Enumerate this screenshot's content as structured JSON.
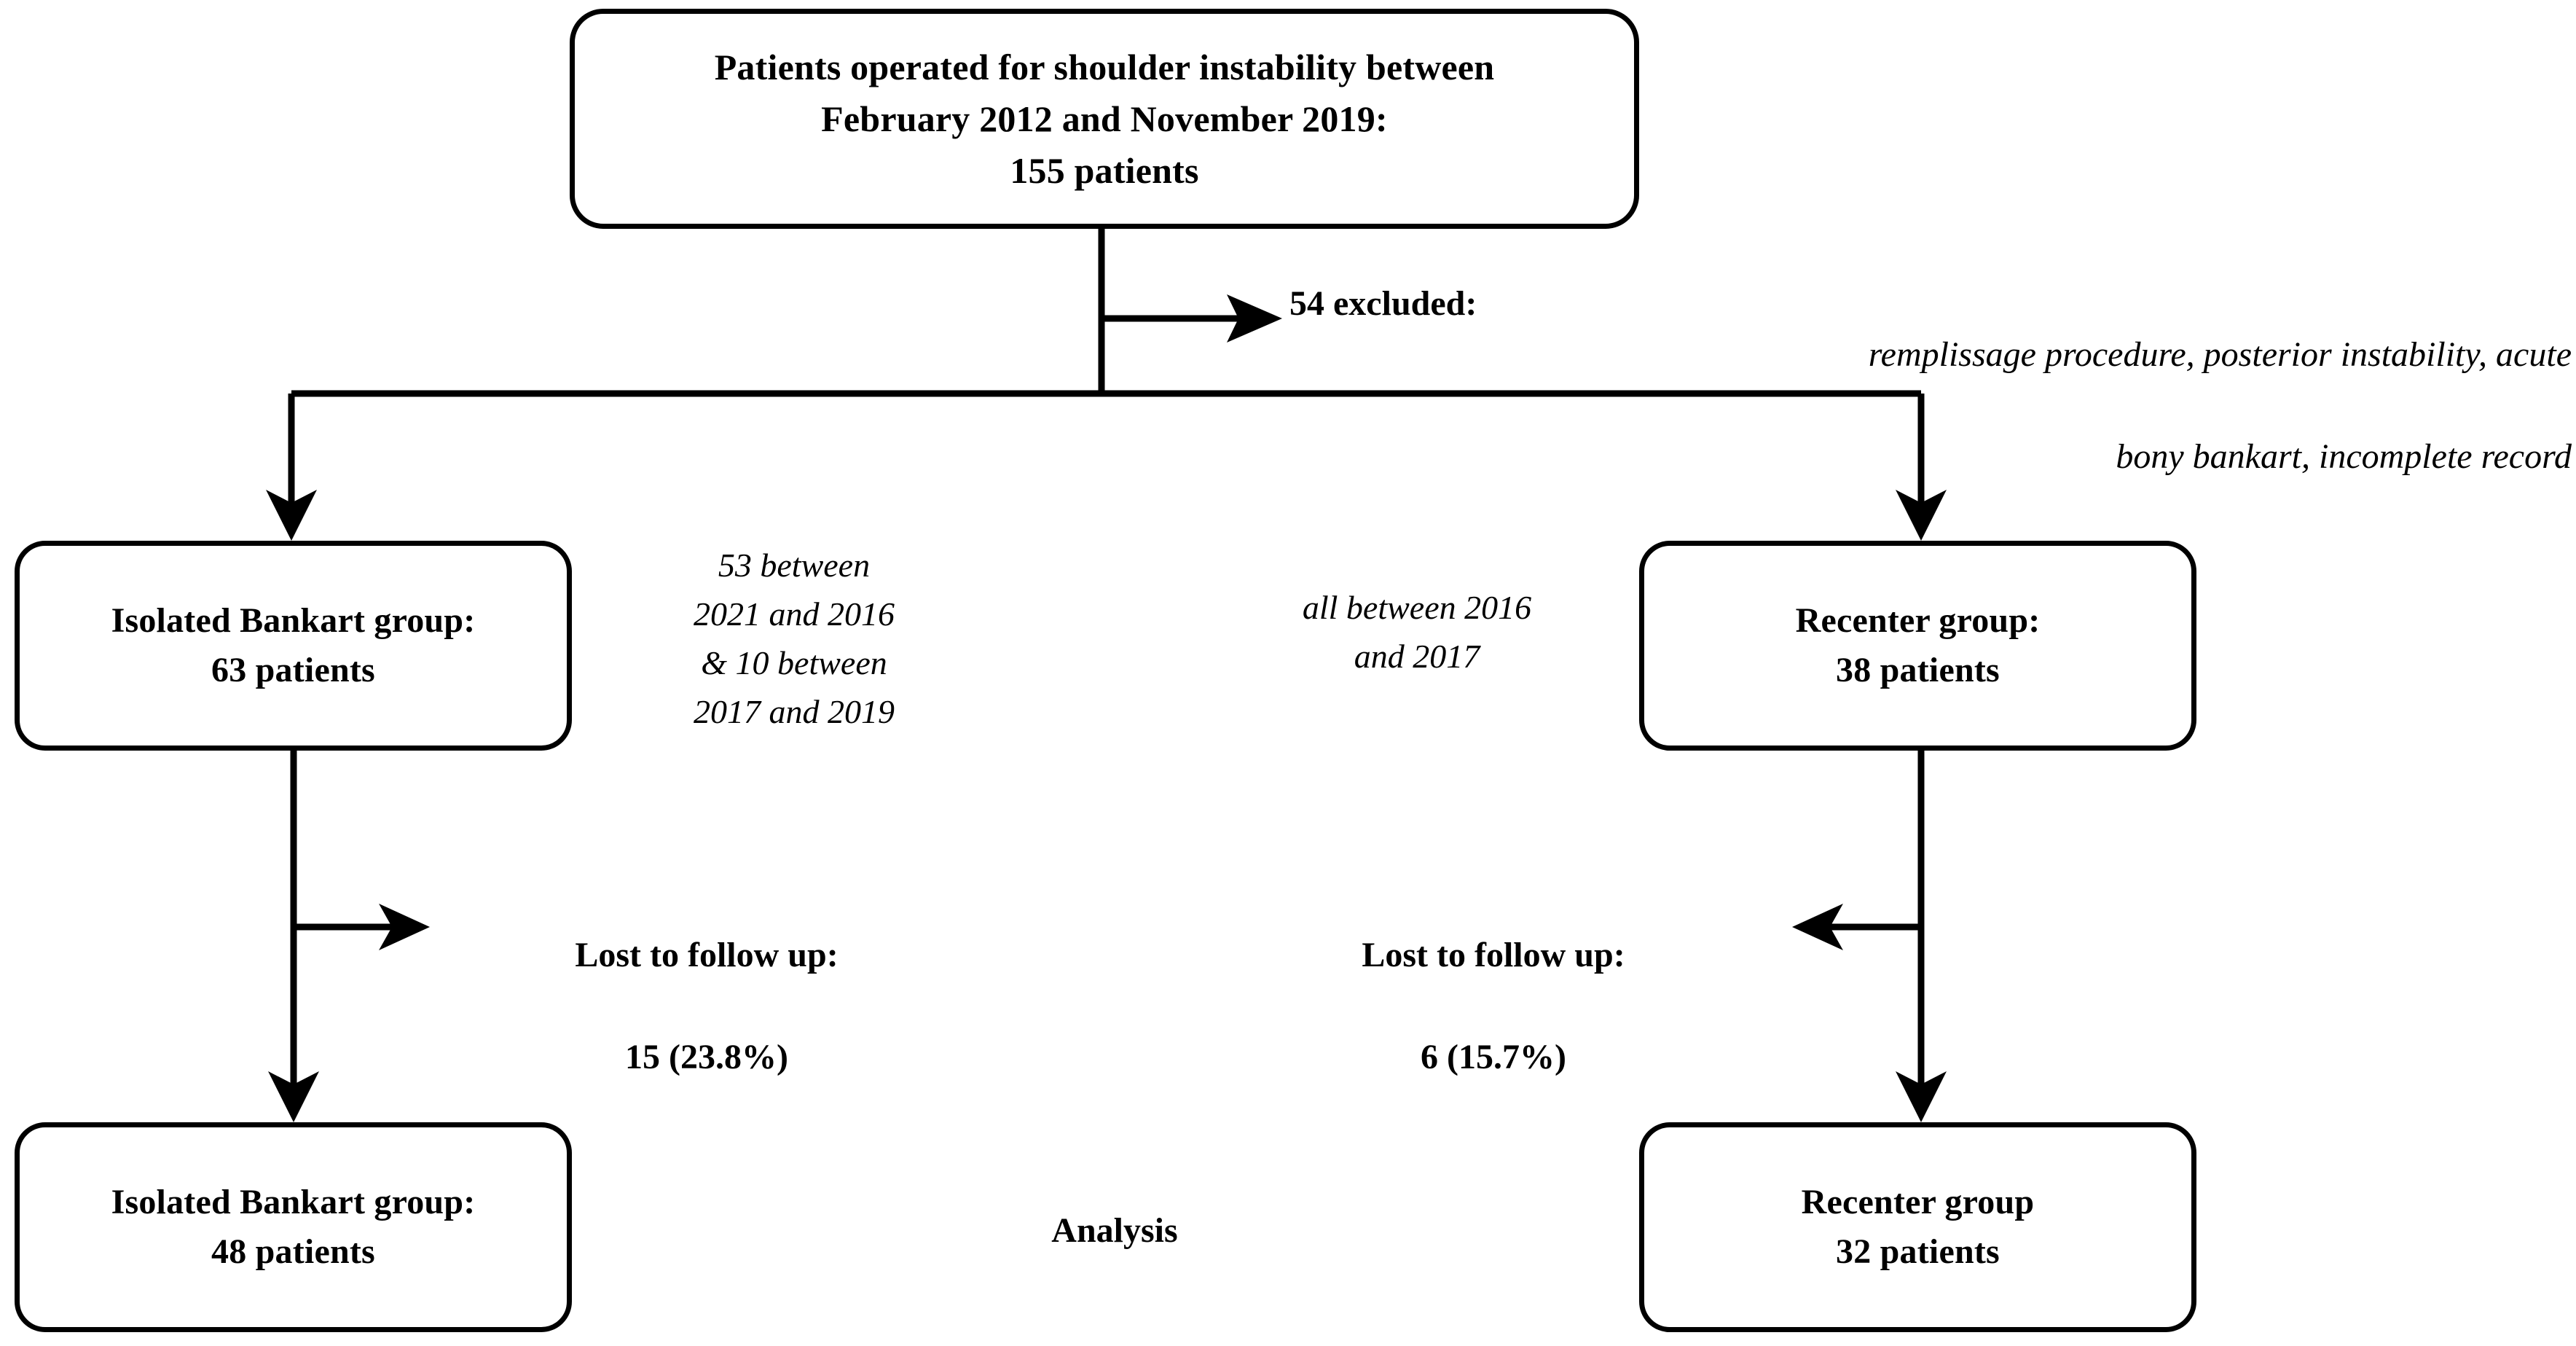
{
  "diagram": {
    "title": "Patient selection flow diagram",
    "colors": {
      "background": "#ffffff",
      "stroke": "#000000",
      "text": "#000000"
    },
    "nodes": {
      "source": {
        "line1": "Patients operated for shoulder instability between",
        "line2": "February 2012 and November 2019:",
        "line3": "155 patients"
      },
      "bankart_initial": {
        "line1": "Isolated Bankart group:",
        "line2": "63 patients"
      },
      "recenter_initial": {
        "line1": "Recenter group:",
        "line2": "38 patients"
      },
      "bankart_final": {
        "line1": "Isolated Bankart group:",
        "line2": "48 patients"
      },
      "recenter_final": {
        "line1": "Recenter group",
        "line2": "32 patients"
      }
    },
    "annotations": {
      "excluded_count": "54 excluded:",
      "excluded_reasons_line1": "remplissage procedure, posterior instability, acute",
      "excluded_reasons_line2": "bony bankart, incomplete record",
      "bankart_years": "53 between\n2021 and 2016\n& 10 between\n2017 and 2019",
      "recenter_years": "all between 2016\nand 2017",
      "lost_left_line1": "Lost to follow up:",
      "lost_left_line2": "15 (23.8%)",
      "lost_right_line1": "Lost to follow up:",
      "lost_right_line2": "6 (15.7%)",
      "analysis": "Analysis"
    },
    "connectors": {
      "source_stem": "vertical line from source box down to split bar",
      "excluded_arrow": "right arrow to excluded label",
      "split_bar": "horizontal bar splitting into two groups",
      "left_branch": "down arrow into isolated bankart group",
      "right_branch": "down arrow into recenter group",
      "left_lost_arrow": "right arrow to lost to follow up (left)",
      "right_lost_arrow": "left arrow to lost to follow up (right)",
      "left_final": "down arrow into isolated bankart final",
      "right_final": "down arrow into recenter final"
    }
  }
}
